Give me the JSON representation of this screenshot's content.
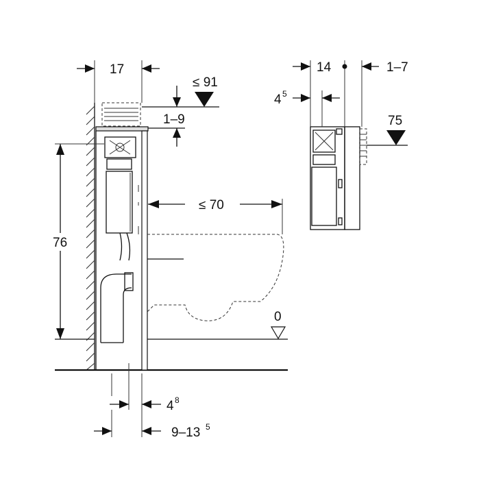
{
  "side_view": {
    "dim_width": "17",
    "dim_max_height": "≤ 91",
    "dim_frame_offset": "1–9",
    "dim_height": "76",
    "dim_projection": "≤ 70",
    "dim_floor_level": "0",
    "dim_bottom_a_main": "4",
    "dim_bottom_a_sup": "8",
    "dim_bottom_b_main": "9–13",
    "dim_bottom_b_sup": "5"
  },
  "front_view": {
    "dim_depth": "14",
    "dim_offset": "1–7",
    "dim_inner_main": "4",
    "dim_inner_sup": "5",
    "dim_pipe_height": "75"
  }
}
